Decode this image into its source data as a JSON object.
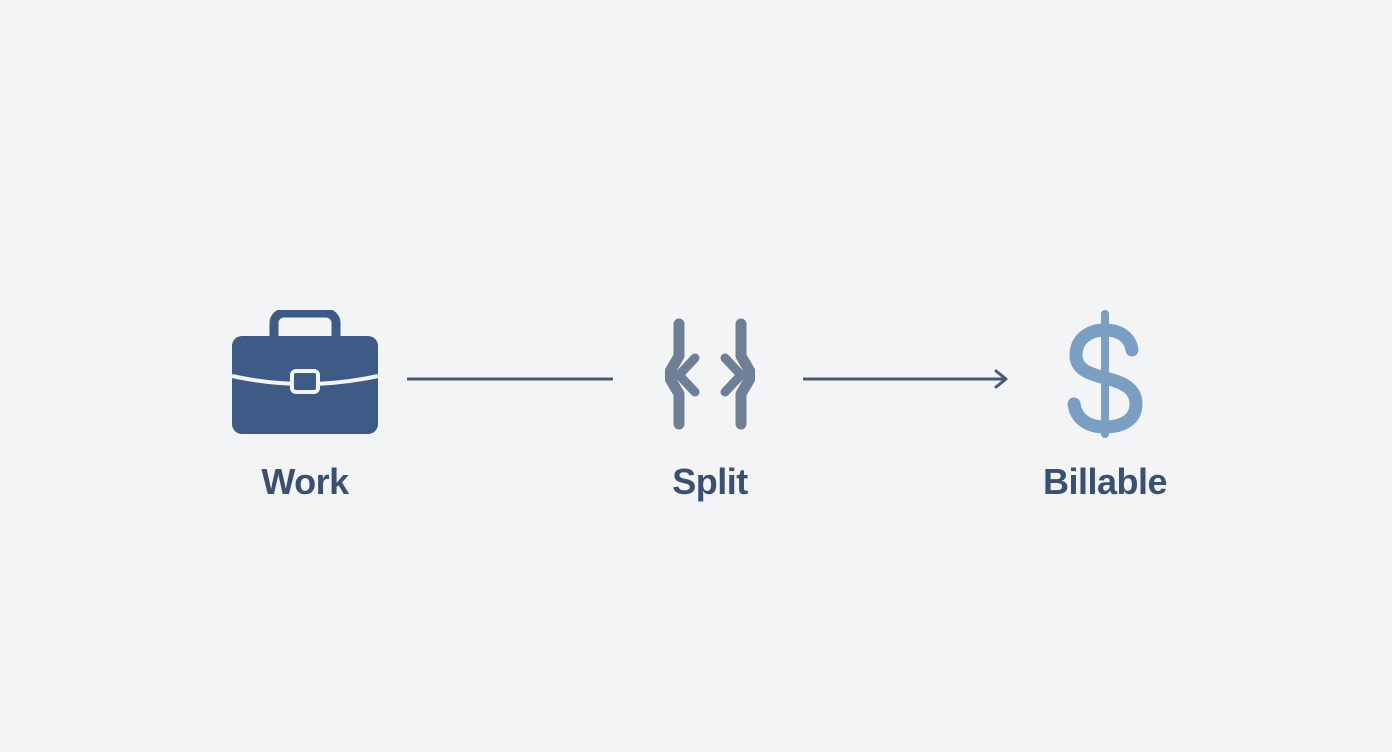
{
  "colors": {
    "background": "#f3f4f6",
    "work": "#3e5a86",
    "split": "#6f7f96",
    "billable": "#7b9fc2",
    "connector": "#4a5a75",
    "label": "#3b5070"
  },
  "flow": {
    "steps": [
      {
        "label": "Work",
        "icon": "briefcase-icon"
      },
      {
        "label": "Split",
        "icon": "split-icon"
      },
      {
        "label": "Billable",
        "icon": "dollar-icon"
      }
    ],
    "connectors": [
      {
        "from": "Work",
        "to": "Split",
        "arrowhead": false
      },
      {
        "from": "Split",
        "to": "Billable",
        "arrowhead": true
      }
    ]
  }
}
